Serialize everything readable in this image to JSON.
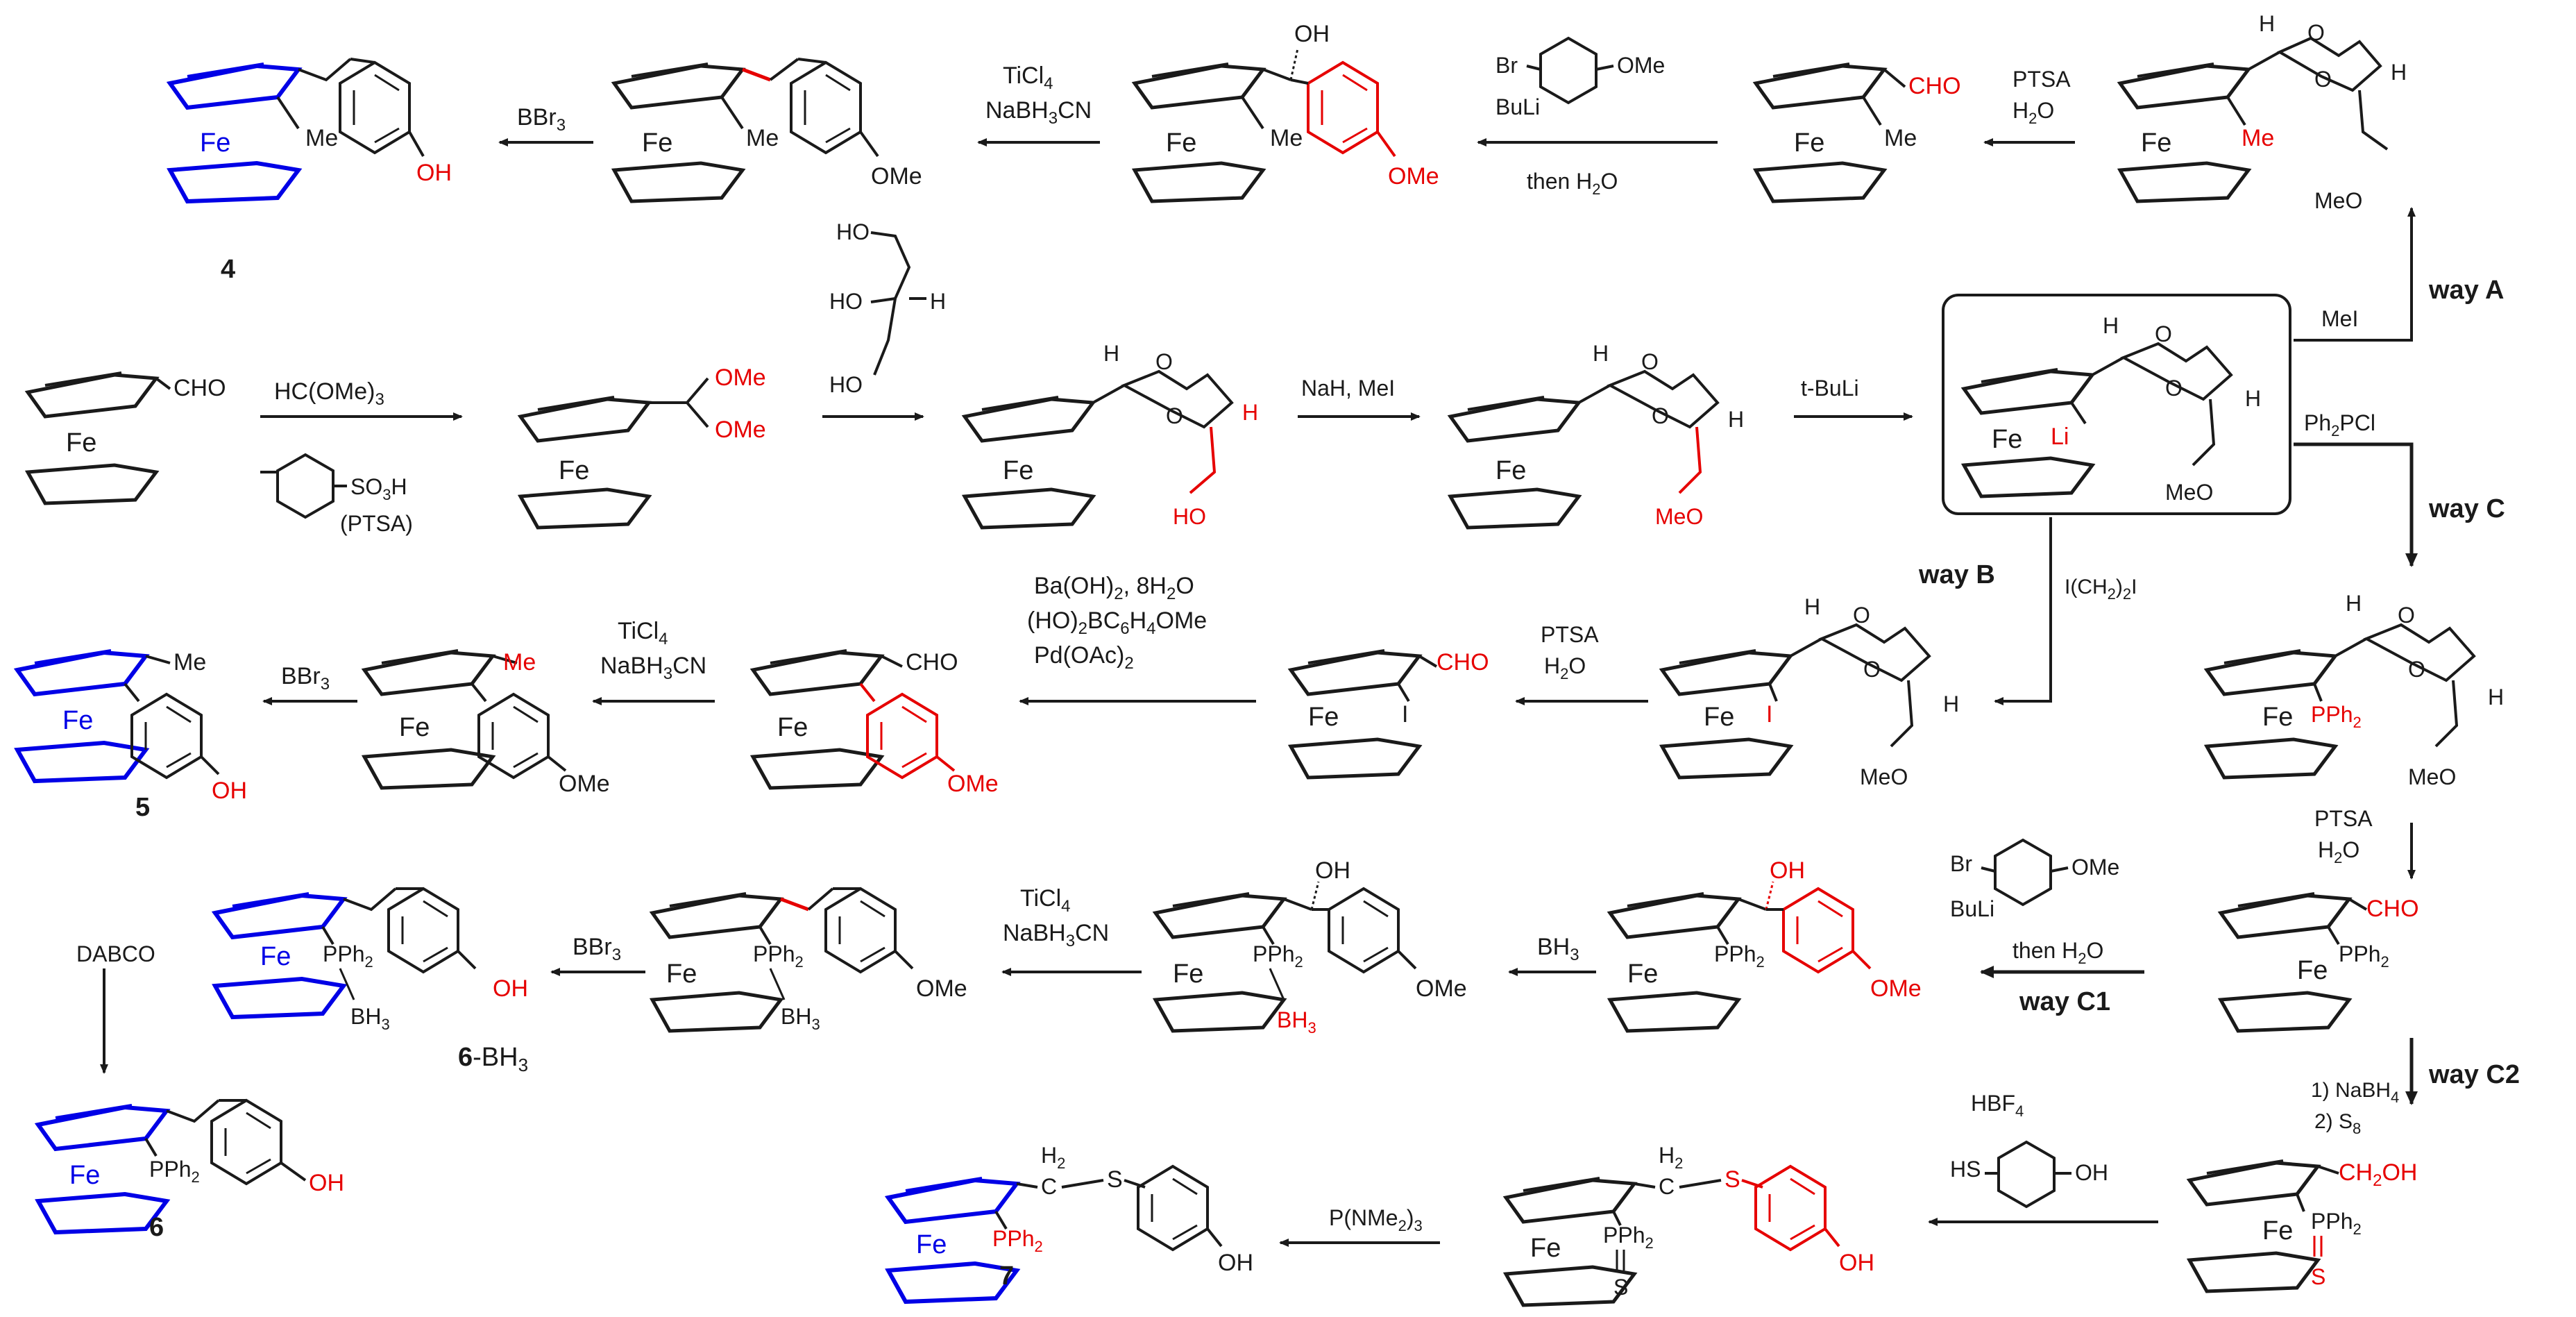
{
  "colors": {
    "black": "#1a1a1a",
    "red": "#e60000",
    "blue": "#0000e6"
  },
  "labels": {
    "fe": "Fe",
    "me": "Me",
    "ome": "OMe",
    "oh": "OH",
    "cho": "CHO",
    "meo": "MeO",
    "h": "H",
    "o": "O",
    "ho": "HO",
    "li": "Li",
    "i": "I",
    "pph2": "PPh",
    "two": "2",
    "three": "3",
    "bh": "BH",
    "s": "S",
    "br": "Br",
    "hs": "HS",
    "ch2oh": "CH",
    "c": "C"
  },
  "compounds": {
    "c4": "4",
    "c5": "5",
    "c6bh3": "6",
    "c6bh3_suffix": "-BH",
    "c6": "6",
    "c7": "7"
  },
  "ways": {
    "a": "way A",
    "b": "way B",
    "c": "way C",
    "c1": "way C1",
    "c2": "way C2"
  },
  "reagents": {
    "r_hc": "HC(OMe)",
    "r_so3h": "SO",
    "r_so3h_h": "H",
    "r_ptsa_paren": "(PTSA)",
    "r_nah": "NaH, MeI",
    "r_tbuli": "t-BuLi",
    "r_mei": "MeI",
    "r_ph2pcl_a": "Ph",
    "r_ph2pcl_b": "PCl",
    "r_ptsa": "PTSA",
    "r_h2o": "H",
    "r_h2o_o": "O",
    "r_bbr3": "BBr",
    "r_ticl4": "TiCl",
    "r_nabh3cn_a": "NaBH",
    "r_nabh3cn_b": "CN",
    "r_buli": "BuLi",
    "r_then_h2o": "then H",
    "r_then_o": "O",
    "r_icch": "I(CH",
    "r_icch_b": ")",
    "r_icch_c": "I",
    "r_baoh": "Ba(OH)",
    "r_baoh_b": ", 8H",
    "r_baoh_c": "O",
    "r_hobc": "(HO)",
    "r_hobc_b": "BC",
    "r_hobc_c": "H",
    "r_hobc_d": "OMe",
    "r_pdoac": "Pd(OAc)",
    "r_bh3": "BH",
    "r_dabco": "DABCO",
    "r_nabh4_a": "1) NaBH",
    "r_s8": "2) S",
    "r_hbf4": "HBF",
    "r_pnme": "P(NMe",
    "r_pnme_b": ")",
    "four": "4",
    "eight": "8",
    "six": "6"
  }
}
